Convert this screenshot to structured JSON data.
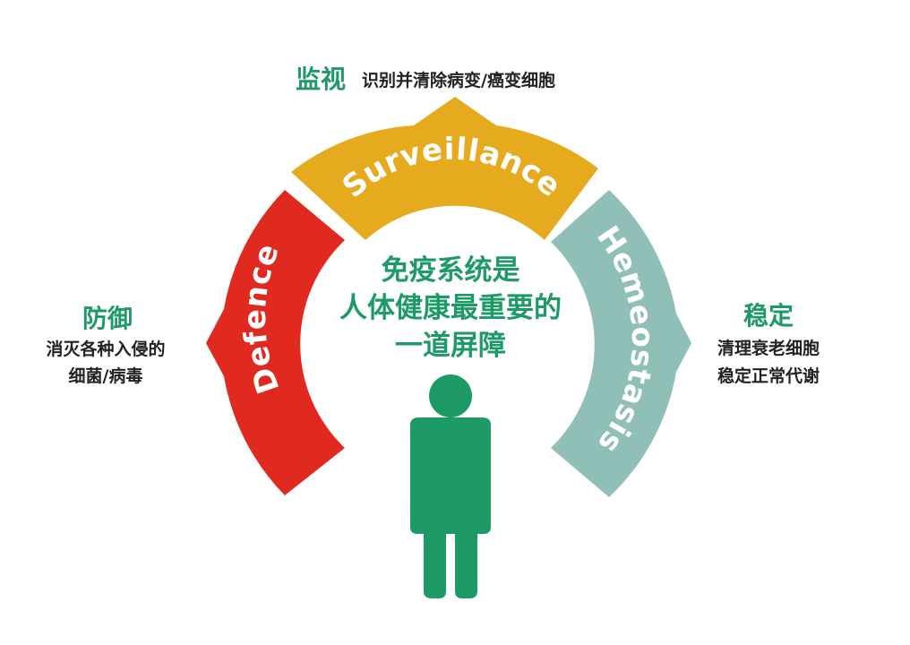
{
  "colors": {
    "surveillance": "#e6aa1e",
    "defence": "#e12a1f",
    "hemeostasis": "#8fbfb7",
    "accent_green": "#1e9a66",
    "text_dark": "#222222"
  },
  "surveillance": {
    "arc_label": "Surveillance",
    "title": "监视",
    "desc": "识别并清除病变/癌变细胞"
  },
  "defence": {
    "arc_label": "Defence",
    "title": "防御",
    "desc_line1": "消灭各种入侵的",
    "desc_line2": "细菌/病毒"
  },
  "hemeostasis": {
    "arc_label": "Hemeostasis",
    "title": "稳定",
    "desc_line1": "清理衰老细胞",
    "desc_line2": "稳定正常代谢"
  },
  "center": {
    "line1": "免疫系统是",
    "line2": "人体健康最重要的",
    "line3": "一道屏障"
  },
  "icons": {
    "person": "person-icon"
  }
}
